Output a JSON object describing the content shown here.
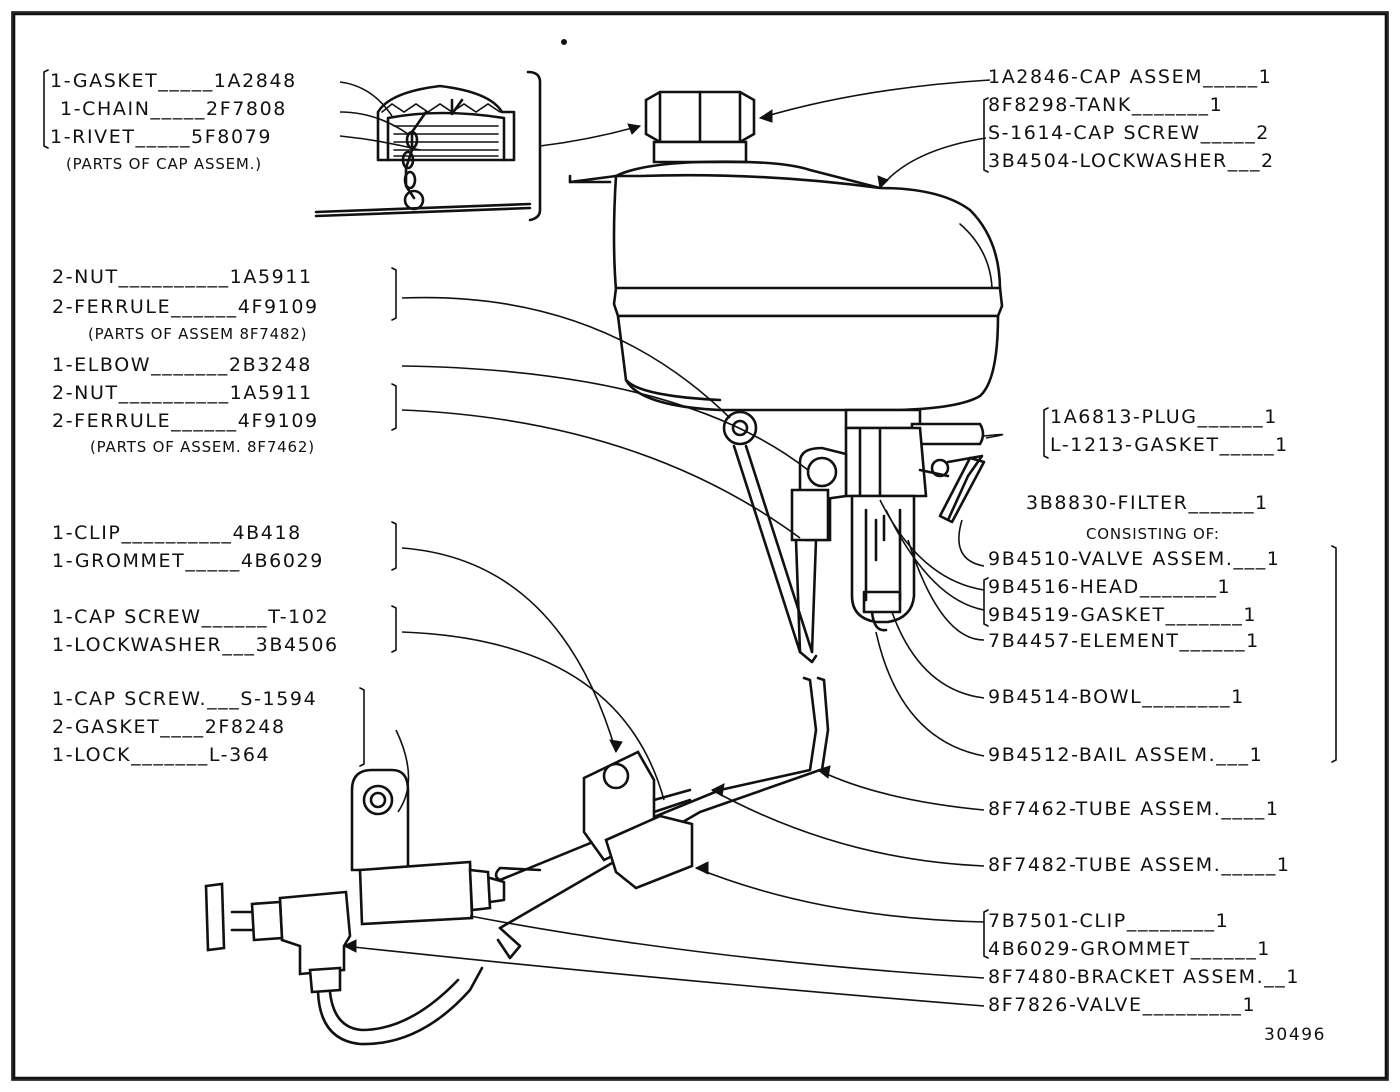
{
  "figure_number": "30496",
  "cap_detail": {
    "rows": [
      "1-GASKET_____1A2848",
      "1-CHAIN_____2F7808",
      "1-RIVET_____5F8079"
    ],
    "note": "(PARTS OF CAP ASSEM.)"
  },
  "left_callouts": {
    "nut_ferrule_1": {
      "rows": [
        "2-NUT__________1A5911",
        "2-FERRULE______4F9109"
      ],
      "note": "(PARTS OF ASSEM 8F7482)"
    },
    "elbow": "1-ELBOW_______2B3248",
    "nut_ferrule_2": {
      "rows": [
        "2-NUT__________1A5911",
        "2-FERRULE______4F9109"
      ],
      "note": "(PARTS OF ASSEM. 8F7462)"
    },
    "clip_grommet": [
      "1-CLIP__________4B418",
      "1-GROMMET_____4B6029"
    ],
    "screw_washer": [
      "1-CAP SCREW______T-102",
      "1-LOCKWASHER___3B4506"
    ],
    "bracket_parts": [
      "1-CAP SCREW.___S-1594",
      "2-GASKET____2F8248",
      "1-LOCK_______L-364"
    ]
  },
  "right_callouts": {
    "tank_group": [
      "1A2846-CAP ASSEM_____1",
      "8F8298-TANK_______1",
      "S-1614-CAP SCREW_____2",
      "3B4504-LOCKWASHER___2"
    ],
    "plug_group": [
      "1A6813-PLUG______1",
      "L-1213-GASKET_____1"
    ],
    "filter": "3B8830-FILTER______1",
    "consisting_of": "CONSISTING OF:",
    "filter_parts": [
      "9B4510-VALVE ASSEM.___1",
      "9B4516-HEAD_______1",
      "9B4519-GASKET_______1",
      "7B4457-ELEMENT______1",
      "9B4514-BOWL________1",
      "9B4512-BAIL ASSEM.___1"
    ],
    "tubes": [
      "8F7462-TUBE ASSEM.____1",
      "8F7482-TUBE ASSEM._____1"
    ],
    "clip_group": [
      "7B7501-CLIP________1",
      "4B6029-GROMMET______1"
    ],
    "bracket": "8F7480-BRACKET ASSEM.__1",
    "valve": "8F7826-VALVE_________1"
  }
}
